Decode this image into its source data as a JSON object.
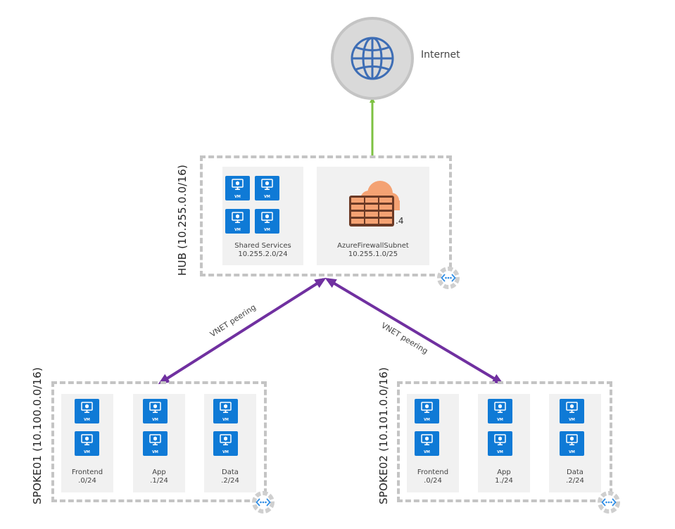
{
  "internet": {
    "label": "Internet",
    "icon": "globe-icon"
  },
  "hub": {
    "label": "HUB (10.255.0.0/16)",
    "subnets": [
      {
        "name": "Shared Services",
        "cidr": "10.255.2.0/24",
        "vm_count": 4
      },
      {
        "name": "AzureFirewallSubnet",
        "cidr": "10.255.1.0/25",
        "firewall_ip": ".4"
      }
    ]
  },
  "spokes": [
    {
      "label": "SPOKE01 (10.100.0.0/16)",
      "subnets": [
        {
          "name": "Frontend",
          "cidr": ".0/24"
        },
        {
          "name": "App",
          "cidr": ".1/24"
        },
        {
          "name": "Data",
          "cidr": ".2/24"
        }
      ]
    },
    {
      "label": "SPOKE02 (10.101.0.0/16)",
      "subnets": [
        {
          "name": "Frontend",
          "cidr": ".0/24"
        },
        {
          "name": "App",
          "cidr": "1./24"
        },
        {
          "name": "Data",
          "cidr": ".2/24"
        }
      ]
    }
  ],
  "vm_label": "VM",
  "connections": [
    {
      "from": "AzureFirewallSubnet",
      "to": "Internet",
      "color": "#7dc142"
    },
    {
      "from": "HUB",
      "to": "SPOKE01",
      "label": "VNET peering",
      "color": "#7030a0"
    },
    {
      "from": "HUB",
      "to": "SPOKE02",
      "label": "VNET peering",
      "color": "#7030a0"
    }
  ],
  "colors": {
    "vm": "#0f7ad6",
    "firewall": "#f4a273",
    "vnet_border": "#c4c4c4",
    "peering": "#7030a0",
    "internet_link": "#7dc142"
  }
}
